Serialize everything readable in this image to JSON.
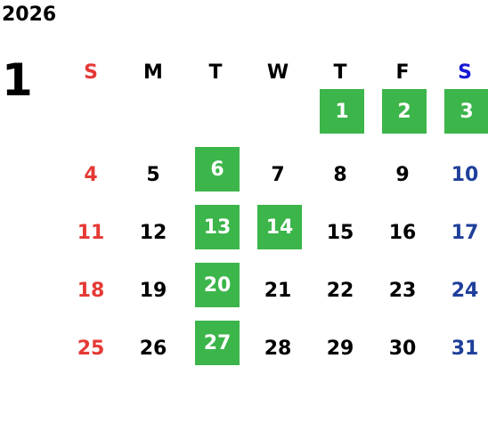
{
  "calendar": {
    "year": "2026",
    "month": "1",
    "weekdays": [
      "S",
      "M",
      "T",
      "W",
      "T",
      "F",
      "S"
    ],
    "weeks": [
      [
        {
          "day": "",
          "hl": false
        },
        {
          "day": "",
          "hl": false
        },
        {
          "day": "",
          "hl": false
        },
        {
          "day": "",
          "hl": false
        },
        {
          "day": "1",
          "hl": true
        },
        {
          "day": "2",
          "hl": true
        },
        {
          "day": "3",
          "hl": true
        }
      ],
      [
        {
          "day": "4",
          "hl": false
        },
        {
          "day": "5",
          "hl": false
        },
        {
          "day": "6",
          "hl": true
        },
        {
          "day": "7",
          "hl": false
        },
        {
          "day": "8",
          "hl": false
        },
        {
          "day": "9",
          "hl": false
        },
        {
          "day": "10",
          "hl": false
        }
      ],
      [
        {
          "day": "11",
          "hl": false
        },
        {
          "day": "12",
          "hl": false
        },
        {
          "day": "13",
          "hl": true
        },
        {
          "day": "14",
          "hl": true
        },
        {
          "day": "15",
          "hl": false
        },
        {
          "day": "16",
          "hl": false
        },
        {
          "day": "17",
          "hl": false
        }
      ],
      [
        {
          "day": "18",
          "hl": false
        },
        {
          "day": "19",
          "hl": false
        },
        {
          "day": "20",
          "hl": true
        },
        {
          "day": "21",
          "hl": false
        },
        {
          "day": "22",
          "hl": false
        },
        {
          "day": "23",
          "hl": false
        },
        {
          "day": "24",
          "hl": false
        }
      ],
      [
        {
          "day": "25",
          "hl": false
        },
        {
          "day": "26",
          "hl": false
        },
        {
          "day": "27",
          "hl": true
        },
        {
          "day": "28",
          "hl": false
        },
        {
          "day": "29",
          "hl": false
        },
        {
          "day": "30",
          "hl": false
        },
        {
          "day": "31",
          "hl": false
        }
      ]
    ]
  },
  "colors": {
    "highlight": "#3cb54a",
    "sunday": "#e53935",
    "saturday_header": "#1a1ad6",
    "saturday": "#1f3f9a",
    "text": "#000000"
  }
}
